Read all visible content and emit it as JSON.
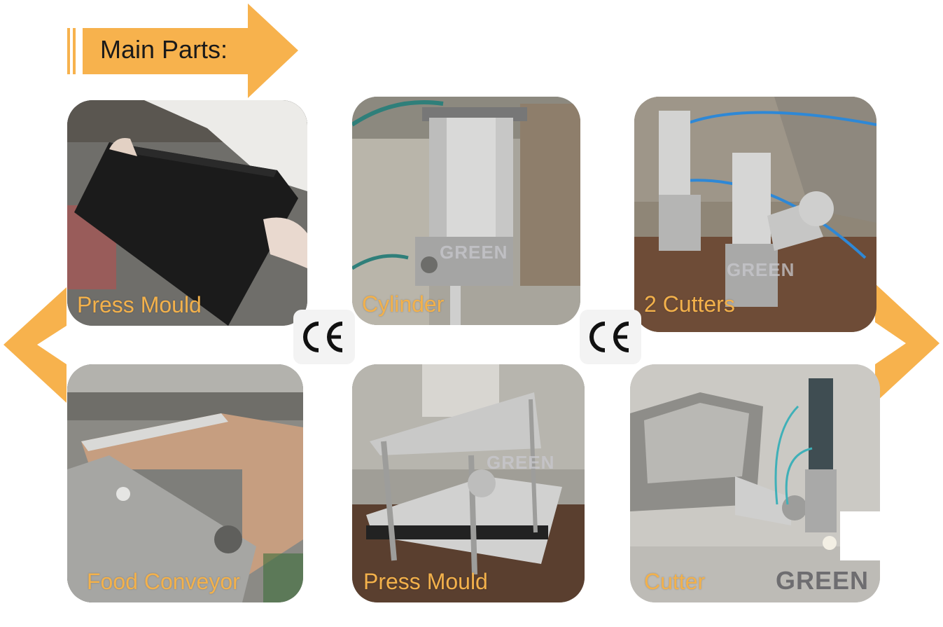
{
  "header": {
    "title": "Main Parts:"
  },
  "colors": {
    "accent_orange": "#f7b24d",
    "caption_orange": "#f3b14b"
  },
  "parts": [
    {
      "caption": "Press Mould",
      "watermark": ""
    },
    {
      "caption": "Cylinder",
      "watermark": "GREEN"
    },
    {
      "caption": "2 Cutters",
      "watermark": "GREEN"
    },
    {
      "caption": "Food Conveyor",
      "watermark": ""
    },
    {
      "caption": "Press Mould",
      "watermark": "GREEN"
    },
    {
      "caption": "Cutter",
      "watermark": "GREEN"
    }
  ],
  "badges": [
    {
      "text": "CE"
    },
    {
      "text": "CE"
    }
  ],
  "icons": {
    "left": "chevron-left-arrow",
    "right": "chevron-right-arrow",
    "header": "banner-arrow"
  }
}
